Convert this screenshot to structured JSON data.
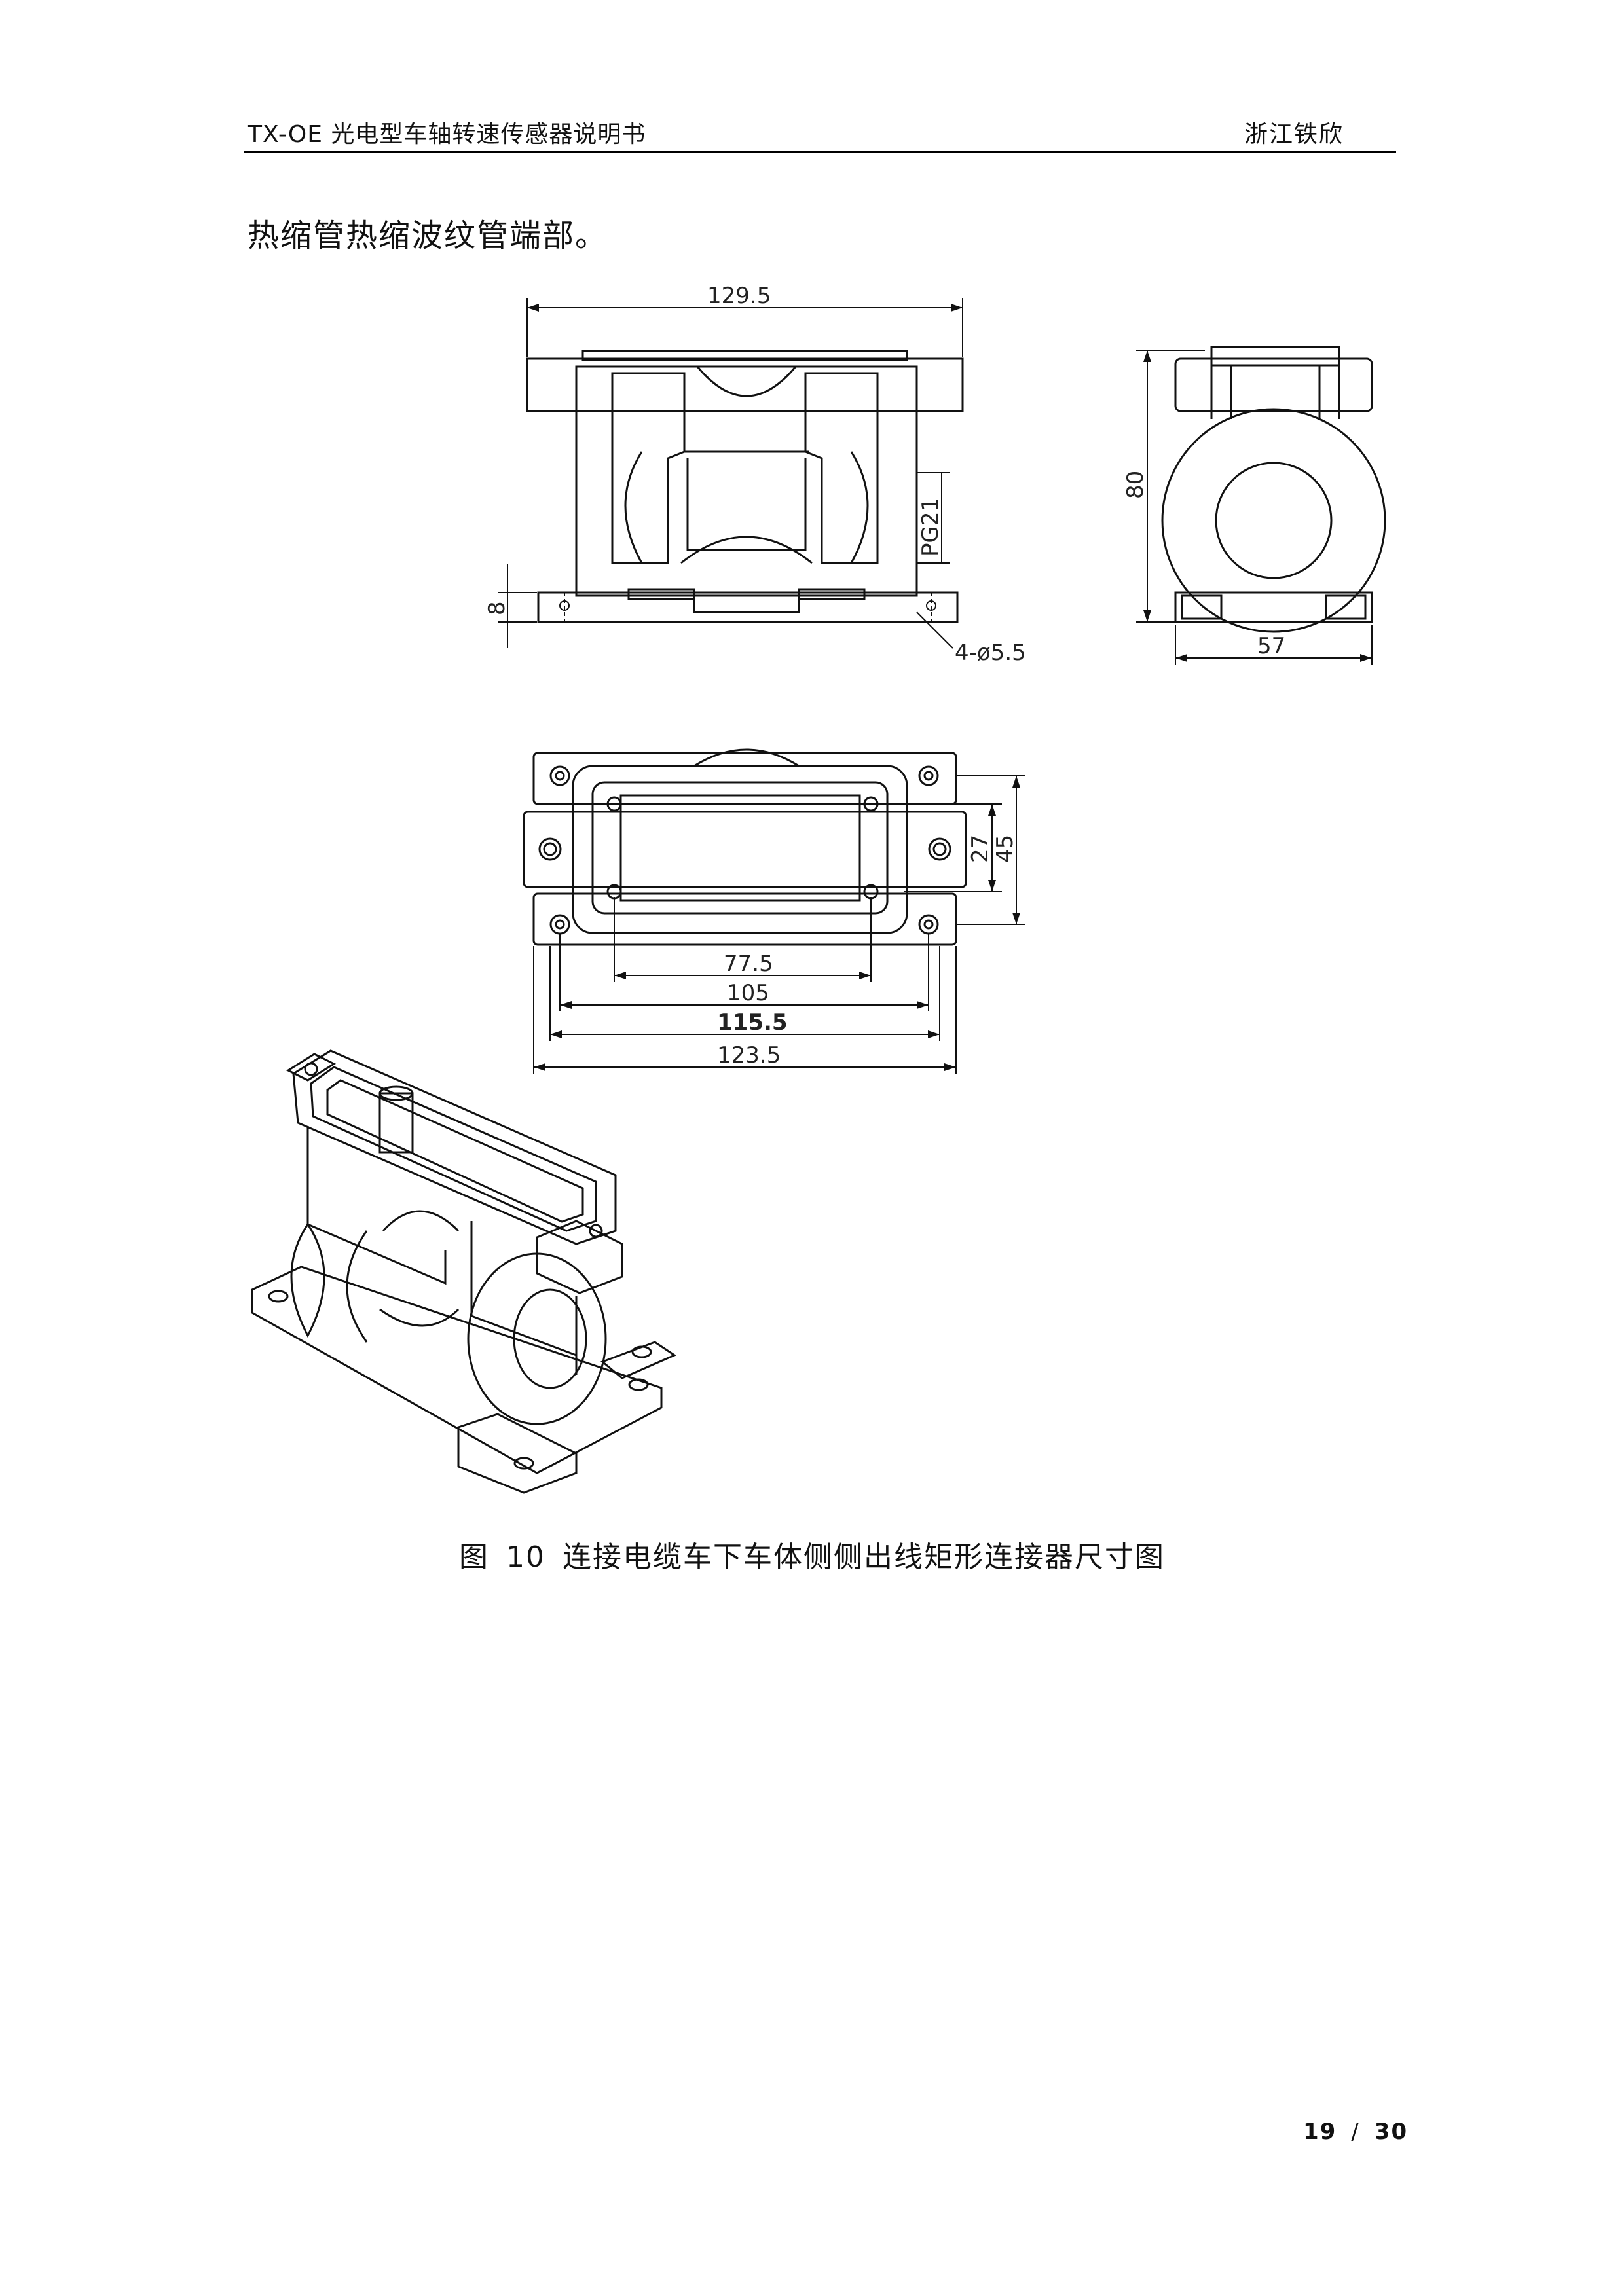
{
  "header": {
    "left": "TX-OE 光电型车轴转速传感器说明书",
    "right": "浙江铁欣"
  },
  "body_text": "热缩管热缩波纹管端部。",
  "dimensions": {
    "front_width": "129.5",
    "base_height": "8",
    "pg_label": "PG21",
    "hole_spec": "4-ø5.5",
    "side_height": "80",
    "side_width": "57",
    "top_inner_h": "27",
    "top_outer_h": "45",
    "top_w1": "77.5",
    "top_w2": "105",
    "top_w3": "115.5",
    "top_w4": "123.5"
  },
  "caption": {
    "figure_label": "图",
    "figure_number": "10",
    "title": "连接电缆车下车体侧侧出线矩形连接器尺寸图"
  },
  "page": {
    "current": "19",
    "separator": "/",
    "total": "30"
  }
}
